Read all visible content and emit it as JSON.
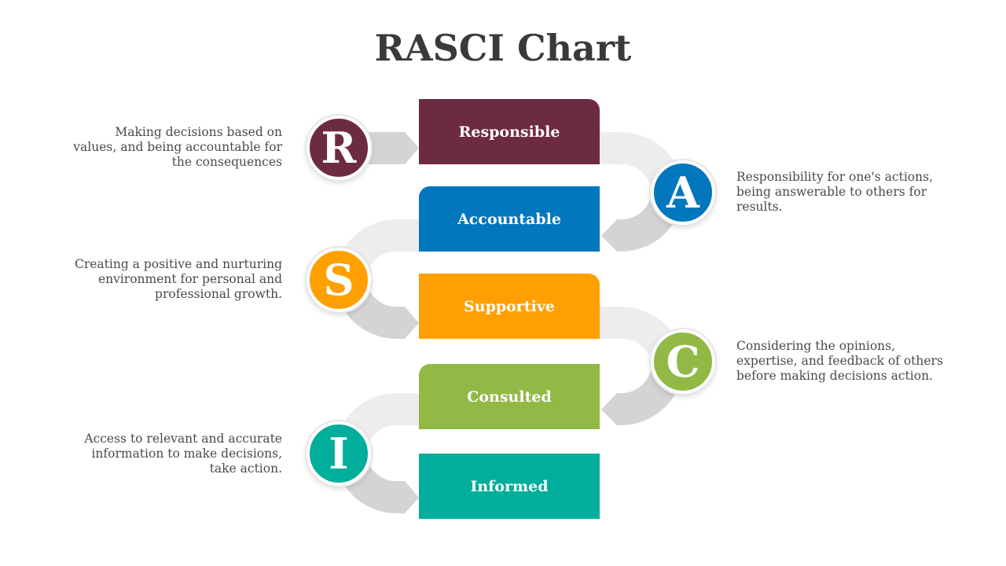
{
  "title": "RASCI Chart",
  "colors": {
    "connector_light": "#ededed",
    "connector_dark": "#d4d4d4"
  },
  "stages": [
    {
      "letter": "R",
      "label": "Responsible",
      "color": "#6d2a43",
      "description": "Making decisions based on values, and being accountable for the consequences"
    },
    {
      "letter": "A",
      "label": "Accountable",
      "color": "#0277bd",
      "description": "Responsibility for one's actions, being answerable to others for results."
    },
    {
      "letter": "S",
      "label": "Supportive",
      "color": "#ffa000",
      "description": "Creating a positive and nurturing environment for personal and professional growth."
    },
    {
      "letter": "C",
      "label": "Consulted",
      "color": "#92b946",
      "description": "Considering the opinions, expertise, and feedback of others before making decisions action."
    },
    {
      "letter": "I",
      "label": "Informed",
      "color": "#00ae9b",
      "description": "Access to relevant and accurate information to make decisions, take action."
    }
  ]
}
